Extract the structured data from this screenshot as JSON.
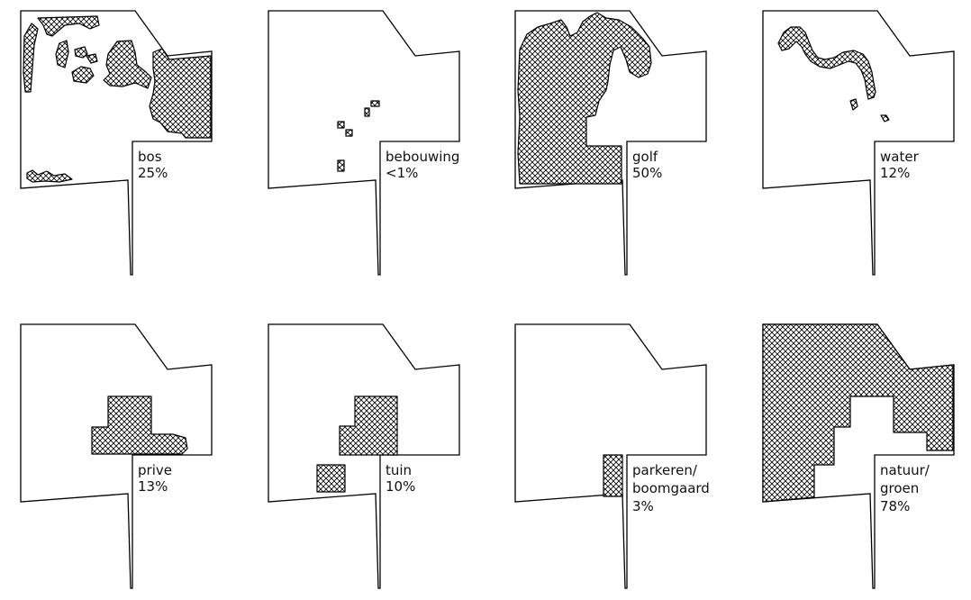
{
  "panels": [
    {
      "id": "bos",
      "label": [
        "bos"
      ],
      "percent": "25%"
    },
    {
      "id": "bebouwing",
      "label": [
        "bebouwing"
      ],
      "percent": "<1%"
    },
    {
      "id": "golf",
      "label": [
        "golf"
      ],
      "percent": "50%"
    },
    {
      "id": "water",
      "label": [
        "water"
      ],
      "percent": "12%"
    },
    {
      "id": "prive",
      "label": [
        "prive"
      ],
      "percent": "13%"
    },
    {
      "id": "tuin",
      "label": [
        "tuin"
      ],
      "percent": "10%"
    },
    {
      "id": "parkeren",
      "label": [
        "parkeren/",
        "boomgaard"
      ],
      "percent": "3%"
    },
    {
      "id": "natuur",
      "label": [
        "natuur/",
        "groen"
      ],
      "percent": "78%"
    }
  ],
  "style": {
    "hatch_pattern": "cross-hatch",
    "stroke_color": "#000000",
    "fill_background": "#ffffff"
  }
}
